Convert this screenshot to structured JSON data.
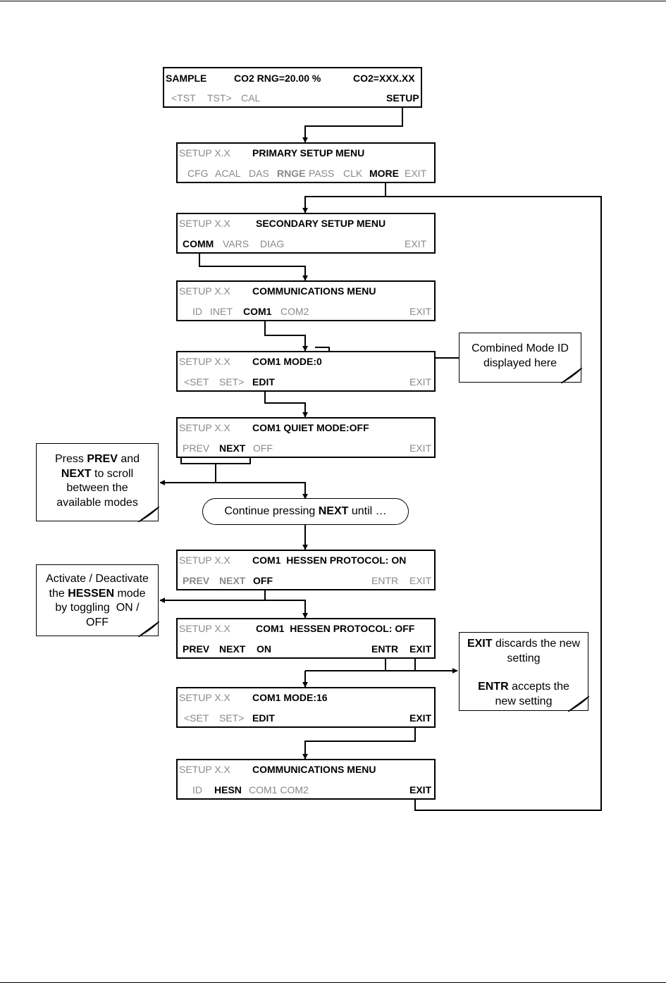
{
  "screens": {
    "sample": {
      "mode": "SAMPLE",
      "range": "CO2 RNG=20.00 %",
      "conc": "CO2=XXX.XX",
      "tst_prev": "<TST",
      "tst_next": "TST>",
      "cal": "CAL",
      "setup": "SETUP"
    },
    "primary": {
      "setup": "SETUP X.X",
      "title": "PRIMARY SETUP MENU",
      "items": [
        "CFG",
        "ACAL",
        "DAS",
        "RNGE",
        "PASS",
        "CLK",
        "MORE",
        "EXIT"
      ]
    },
    "secondary": {
      "setup": "SETUP X.X",
      "title": "SECONDARY SETUP MENU",
      "items": [
        "COMM",
        "VARS",
        "DIAG",
        "EXIT"
      ]
    },
    "comm1": {
      "setup": "SETUP X.X",
      "title": "COMMUNICATIONS MENU",
      "items": [
        "ID",
        "INET",
        "COM1",
        "COM2",
        "EXIT"
      ]
    },
    "mode0": {
      "setup": "SETUP X.X",
      "title": "COM1 MODE:0",
      "items": [
        "<SET",
        "SET>",
        "EDIT",
        "EXIT"
      ]
    },
    "quiet": {
      "setup": "SETUP X.X",
      "title": "COM1 QUIET MODE:OFF",
      "items": [
        "PREV",
        "NEXT",
        "OFF",
        "EXIT"
      ]
    },
    "hessen_on": {
      "setup": "SETUP X.X",
      "title": "COM1  HESSEN PROTOCOL: ON",
      "items": [
        "PREV",
        "NEXT",
        "OFF",
        "ENTR",
        "EXIT"
      ]
    },
    "hessen_off": {
      "setup": "SETUP X.X",
      "title": "COM1  HESSEN PROTOCOL: OFF",
      "items": [
        "PREV",
        "NEXT",
        "ON",
        "ENTR",
        "EXIT"
      ]
    },
    "mode16": {
      "setup": "SETUP X.X",
      "title": "COM1 MODE:16",
      "items": [
        "<SET",
        "SET>",
        "EDIT",
        "EXIT"
      ]
    },
    "comm2": {
      "setup": "SETUP X.X",
      "title": "COMMUNICATIONS MENU",
      "items": [
        "ID",
        "HESN",
        "COM1 COM2",
        "EXIT"
      ]
    }
  },
  "notes": {
    "mode_id": {
      "line1": "Combined Mode ID",
      "line2": "displayed here"
    },
    "scroll": {
      "w1": "Press ",
      "b1": "PREV",
      "w2": " and",
      "b2": "NEXT",
      "w3": " to scroll",
      "line3": "between the",
      "line4": "available modes"
    },
    "toggle": {
      "line1": "Activate / Deactivate",
      "w1": "the ",
      "b1": "HESSEN",
      "w2": " mode",
      "line3": "by toggling  ON /",
      "line4": "OFF"
    },
    "exit_entr": {
      "b1": "EXIT",
      "w1": " discards the new",
      "line2": "setting",
      "b2": "ENTR",
      "w2": " accepts the",
      "line4": "new setting"
    }
  },
  "continue": {
    "w1": "Continue pressing ",
    "b1": "NEXT",
    "w2": " until …"
  }
}
